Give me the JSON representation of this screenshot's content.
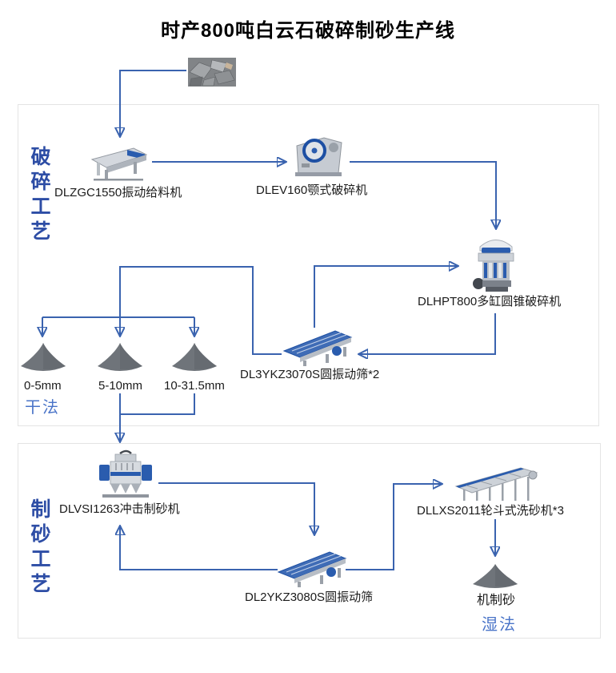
{
  "title": "时产800吨白云石破碎制砂生产线",
  "sections": {
    "crushing": {
      "label": "破碎工艺",
      "method_label": "干法"
    },
    "sand_making": {
      "label": "制砂工艺",
      "method_label": "湿法"
    }
  },
  "equipment": {
    "feeder": {
      "label": "DLZGC1550振动给料机",
      "icon": "vibrating-feeder"
    },
    "jaw_crusher": {
      "label": "DLEV160颚式破碎机",
      "icon": "jaw-crusher"
    },
    "cone_crusher": {
      "label": "DLHPT800多缸圆锥破碎机",
      "icon": "cone-crusher"
    },
    "screen1": {
      "label": "DL3YKZ3070S圆振动筛*2",
      "icon": "circular-vibrating-screen"
    },
    "vsi_crusher": {
      "label": "DLVSI1263冲击制砂机",
      "icon": "vsi-sand-maker"
    },
    "sand_washer": {
      "label": "DLLXS2011轮斗式洗砂机*3",
      "icon": "wheel-bucket-sand-washer"
    },
    "screen2": {
      "label": "DL2YKZ3080S圆振动筛",
      "icon": "circular-vibrating-screen"
    }
  },
  "products": {
    "pile_0_5": {
      "label": "0-5mm"
    },
    "pile_5_10": {
      "label": "5-10mm"
    },
    "pile_10_31_5": {
      "label": "10-31.5mm"
    },
    "machine_sand": {
      "label": "机制砂"
    }
  },
  "raw_material": {
    "icon": "dolomite-rock-photo"
  },
  "colors": {
    "flow_arrow": "#3a63af",
    "section_label_blue": "#2d4da5",
    "method_label_blue": "#4a74c8",
    "machine_accent_blue": "#2a5cae",
    "pile_gray": "#6f747a",
    "box_border": "#e4e4e4"
  }
}
